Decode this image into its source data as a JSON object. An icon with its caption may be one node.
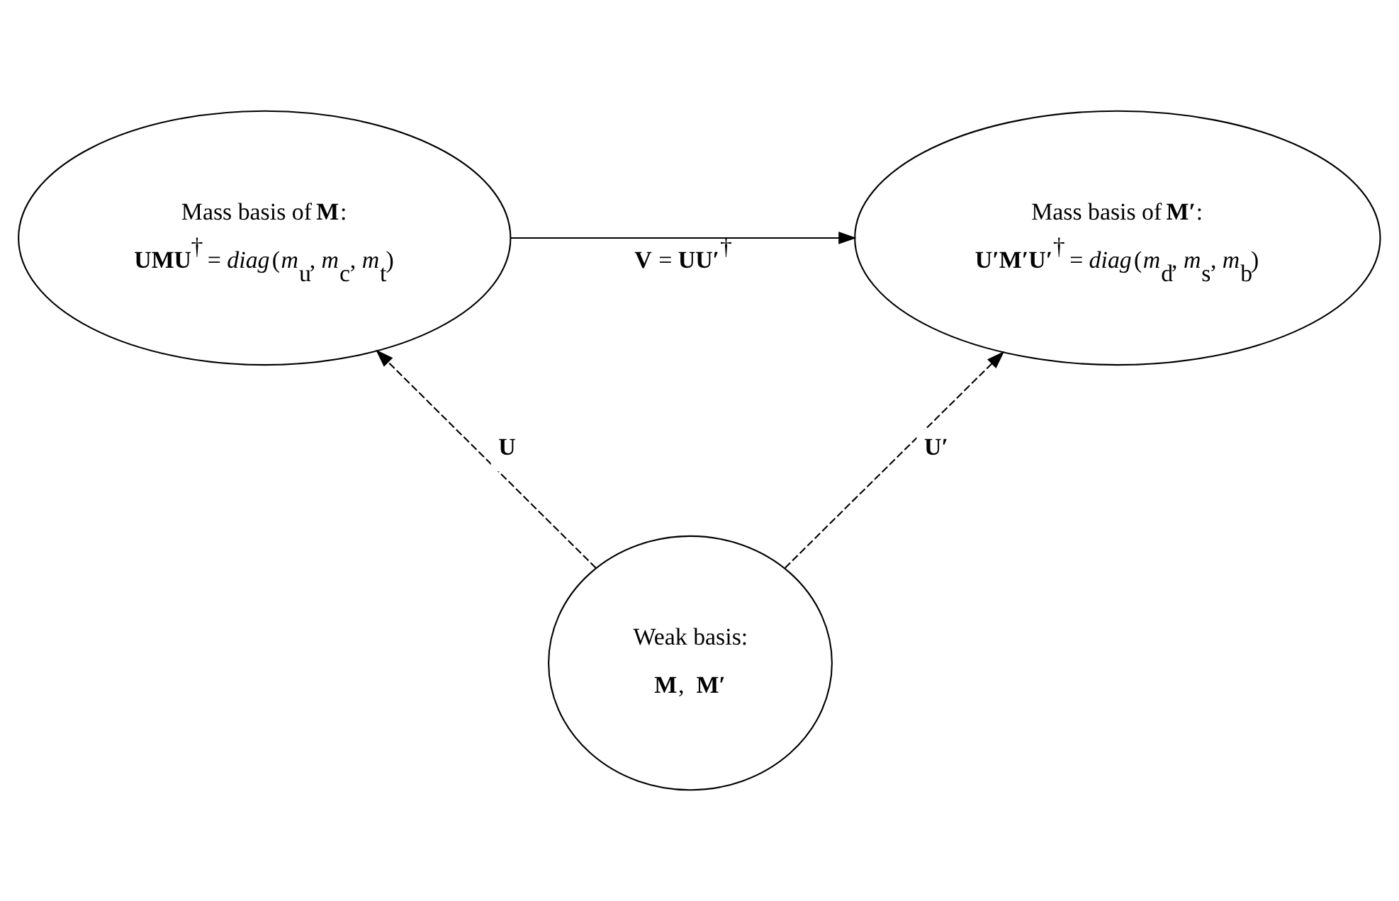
{
  "diagram": {
    "nodes": [
      {
        "text": [
          "Mass basis of **M**:",
          "**UMU**$^{†}$ = *diag*(*m*$_{u}$, *m*$_{c}$, *m*$_{t}$)"
        ]
      },
      {
        "text": [
          "Mass basis of **M′**:",
          "**U′M′U′**$^{†}$ = *diag*(*m*$_{d}$, *m*$_{s}$, *m*$_{b}$)"
        ]
      },
      {
        "text": [
          "Weak basis:",
          "**M**,  **M′**"
        ]
      }
    ],
    "edges": [
      {
        "from": 0,
        "to": 1,
        "arrow": "to",
        "label": "**V** = **UU′**$^{†}$"
      },
      {
        "from": 2,
        "to": 0,
        "arrow": "to",
        "style": "dashed",
        "label": "**U**"
      },
      {
        "from": 2,
        "to": 1,
        "arrow": "to",
        "style": "dashed",
        "label": "**U′**"
      }
    ]
  }
}
